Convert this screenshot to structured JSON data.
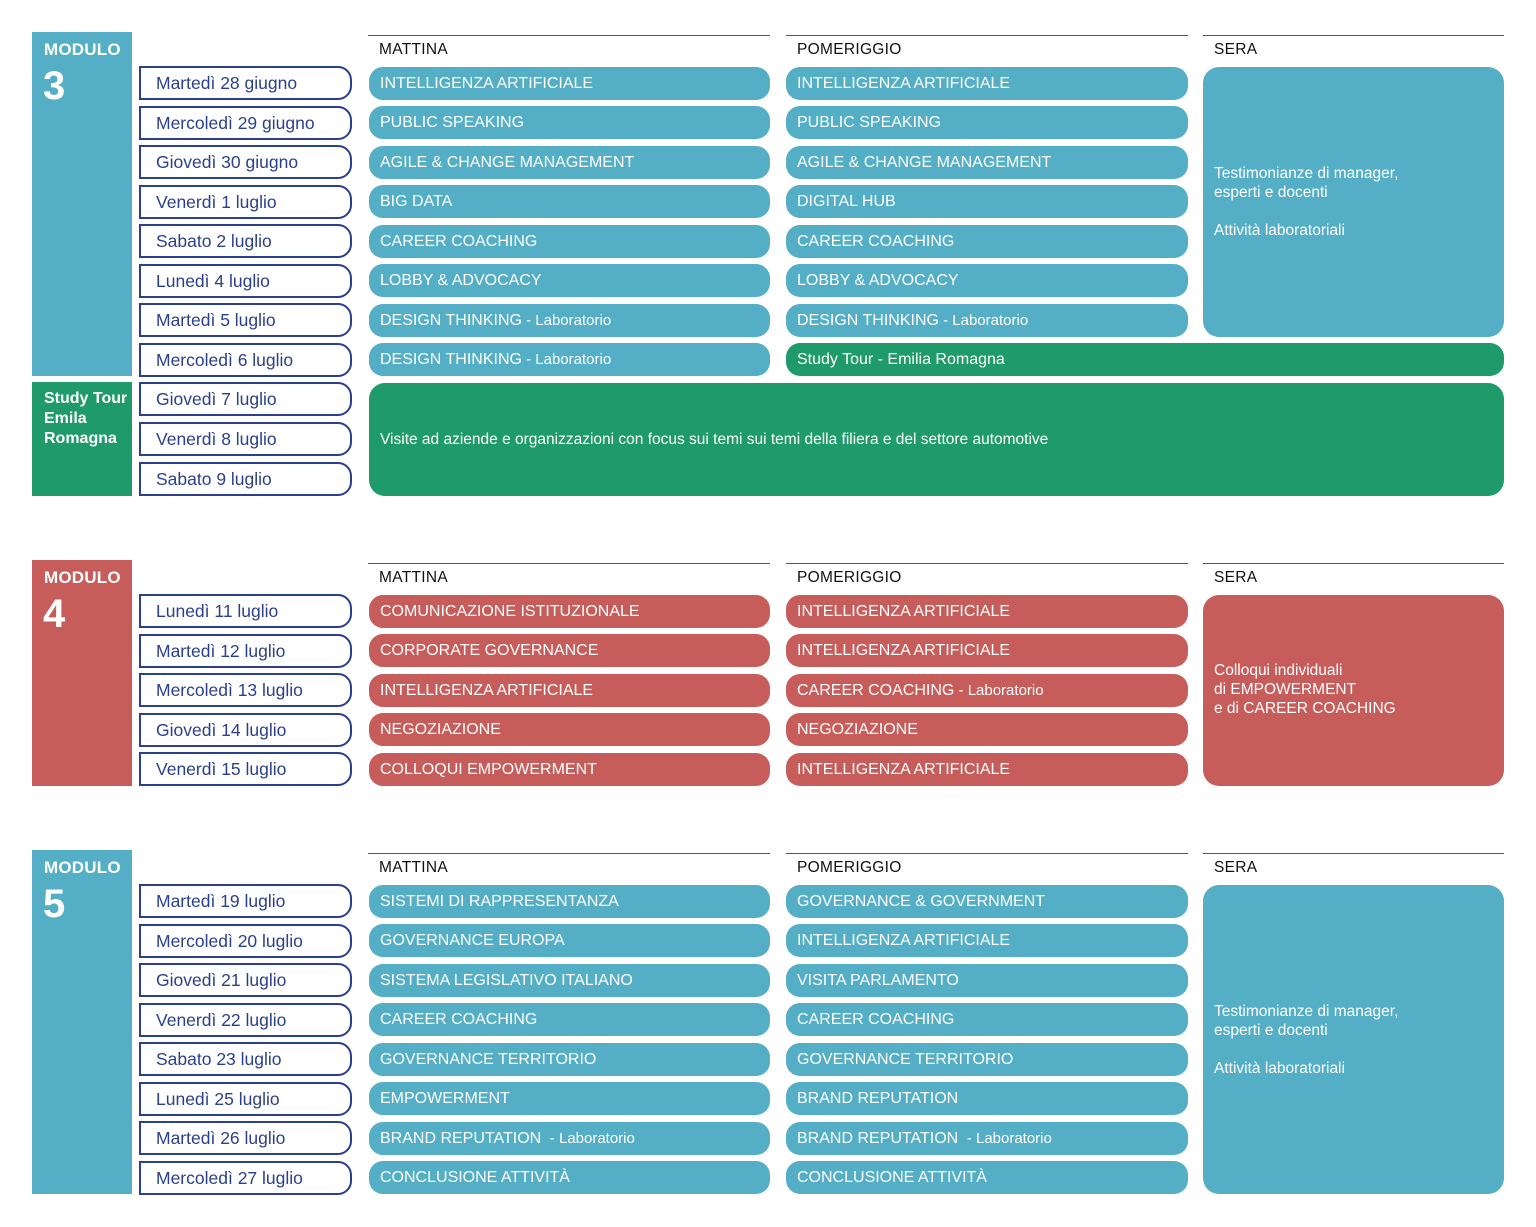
{
  "headers": {
    "morning": "MATTINA",
    "afternoon": "POMERIGGIO",
    "evening": "SERA"
  },
  "module_label": "MODULO",
  "modules": [
    {
      "number": "3",
      "dates": [
        "Martedì 28 giugno",
        "Mercoledì 29 giugno",
        "Giovedì 30 giugno",
        "Venerdì 1 luglio",
        "Sabato 2 luglio",
        "Lunedì 4 luglio",
        "Martedì 5 luglio",
        "Mercoledì 6 luglio"
      ],
      "morning": [
        {
          "main": "INTELLIGENZA ARTIFICIALE",
          "sub": ""
        },
        {
          "main": "PUBLIC SPEAKING",
          "sub": ""
        },
        {
          "main": "AGILE & CHANGE MANAGEMENT",
          "sub": ""
        },
        {
          "main": "BIG DATA",
          "sub": ""
        },
        {
          "main": "CAREER COACHING",
          "sub": ""
        },
        {
          "main": "LOBBY & ADVOCACY",
          "sub": ""
        },
        {
          "main": "DESIGN THINKING",
          "sub": " - Laboratorio"
        },
        {
          "main": "DESIGN THINKING",
          "sub": " - Laboratorio"
        }
      ],
      "afternoon": [
        {
          "main": "INTELLIGENZA ARTIFICIALE",
          "sub": ""
        },
        {
          "main": "PUBLIC SPEAKING",
          "sub": ""
        },
        {
          "main": "AGILE & CHANGE MANAGEMENT",
          "sub": ""
        },
        {
          "main": "DIGITAL HUB",
          "sub": ""
        },
        {
          "main": "CAREER COACHING",
          "sub": ""
        },
        {
          "main": "LOBBY & ADVOCACY",
          "sub": ""
        },
        {
          "main": "DESIGN THINKING",
          "sub": " - Laboratorio"
        }
      ],
      "last_afternoon_evening": "Study Tour - Emilia Romagna",
      "evening": {
        "line1": "Testimonianze di manager,",
        "line2": "esperti e docenti",
        "line3": "Attività laboratoriali"
      }
    },
    {
      "number": "4",
      "dates": [
        "Lunedì 11 luglio",
        "Martedì 12 luglio",
        "Mercoledì 13 luglio",
        "Giovedì 14 luglio",
        "Venerdì 15 luglio"
      ],
      "morning": [
        {
          "main": "COMUNICAZIONE ISTITUZIONALE",
          "sub": ""
        },
        {
          "main": "CORPORATE GOVERNANCE",
          "sub": ""
        },
        {
          "main": "INTELLIGENZA ARTIFICIALE",
          "sub": ""
        },
        {
          "main": "NEGOZIAZIONE",
          "sub": ""
        },
        {
          "main": "COLLOQUI EMPOWERMENT",
          "sub": ""
        }
      ],
      "afternoon": [
        {
          "main": "INTELLIGENZA ARTIFICIALE",
          "sub": ""
        },
        {
          "main": "INTELLIGENZA ARTIFICIALE",
          "sub": ""
        },
        {
          "main": "CAREER COACHING",
          "sub": " - Laboratorio"
        },
        {
          "main": "NEGOZIAZIONE",
          "sub": ""
        },
        {
          "main": "INTELLIGENZA ARTIFICIALE",
          "sub": ""
        }
      ],
      "evening": {
        "line1": "Colloqui individuali",
        "line2": "di EMPOWERMENT",
        "line3": "e di CAREER COACHING"
      }
    },
    {
      "number": "5",
      "dates": [
        "Martedì 19 luglio",
        "Mercoledì 20 luglio",
        "Giovedì 21 luglio",
        "Venerdì 22 luglio",
        "Sabato 23 luglio",
        "Lunedì 25 luglio",
        "Martedì 26 luglio",
        "Mercoledì 27 luglio"
      ],
      "morning": [
        {
          "main": "SISTEMI DI RAPPRESENTANZA",
          "sub": ""
        },
        {
          "main": "GOVERNANCE EUROPA",
          "sub": ""
        },
        {
          "main": "SISTEMA LEGISLATIVO ITALIANO",
          "sub": ""
        },
        {
          "main": "CAREER COACHING",
          "sub": ""
        },
        {
          "main": "GOVERNANCE TERRITORIO",
          "sub": ""
        },
        {
          "main": "EMPOWERMENT",
          "sub": ""
        },
        {
          "main": "BRAND REPUTATION ",
          "sub": " - Laboratorio"
        },
        {
          "main": "CONCLUSIONE ATTIVITÀ",
          "sub": ""
        }
      ],
      "afternoon": [
        {
          "main": "GOVERNANCE & GOVERNMENT",
          "sub": ""
        },
        {
          "main": "INTELLIGENZA ARTIFICIALE",
          "sub": ""
        },
        {
          "main": "VISITA PARLAMENTO",
          "sub": ""
        },
        {
          "main": "CAREER COACHING",
          "sub": ""
        },
        {
          "main": "GOVERNANCE TERRITORIO",
          "sub": ""
        },
        {
          "main": "BRAND REPUTATION",
          "sub": ""
        },
        {
          "main": "BRAND REPUTATION ",
          "sub": " - Laboratorio"
        },
        {
          "main": "CONCLUSIONE ATTIVITÀ",
          "sub": ""
        }
      ],
      "evening": {
        "line1": "Testimonianze di manager,",
        "line2": "esperti e docenti",
        "line3": "Attività laboratoriali"
      }
    }
  ],
  "study_tour": {
    "label_line1": "Study Tour",
    "label_line2": "Emila",
    "label_line3": "Romagna",
    "dates": [
      "Giovedì 7 luglio",
      "Venerdì 8 luglio",
      "Sabato 9 luglio"
    ],
    "description": "Visite ad aziende e organizzazioni con focus sui temi sui temi della filiera e del settore automotive"
  },
  "colors": {
    "blue": "#53aec6",
    "red": "#c75d5b",
    "green": "#1f9a6b",
    "date_border": "#2b3f8f"
  }
}
